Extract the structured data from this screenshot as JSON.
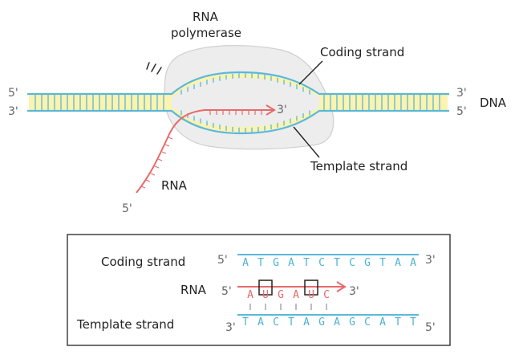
{
  "diagram": {
    "polymerase_label_line1": "RNA",
    "polymerase_label_line2": "polymerase",
    "coding_strand_label": "Coding strand",
    "template_strand_label": "Template strand",
    "dna_label": "DNA",
    "rna_label": "RNA",
    "end_5_left_top": "5'",
    "end_3_left_bottom": "3'",
    "end_3_right_top": "3'",
    "end_5_right_bottom": "5'",
    "rna_3_end": "3'",
    "rna_5_end": "5'"
  },
  "legend_box": {
    "coding_label": "Coding strand",
    "rna_label": "RNA",
    "template_label": "Template strand",
    "coding_5": "5'",
    "coding_3": "3'",
    "rna_5": "5'",
    "rna_3": "3'",
    "template_3": "3'",
    "template_5": "5'",
    "coding_sequence": [
      "A",
      "T",
      "G",
      "A",
      "T",
      "C",
      "T",
      "C",
      "G",
      "T",
      "A",
      "A"
    ],
    "rna_sequence": [
      "A",
      "U",
      "G",
      "A",
      "U",
      "C"
    ],
    "rna_boxed_indices": [
      1,
      4
    ],
    "template_sequence": [
      "T",
      "A",
      "C",
      "T",
      "A",
      "G",
      "A",
      "G",
      "C",
      "A",
      "T",
      "T"
    ]
  },
  "colors": {
    "strand_blue": "#5bb8d6",
    "rna_red": "#e86a6a",
    "base_pair_yellow": "#fbf3b0",
    "polymerase_gray": "#ededed"
  }
}
